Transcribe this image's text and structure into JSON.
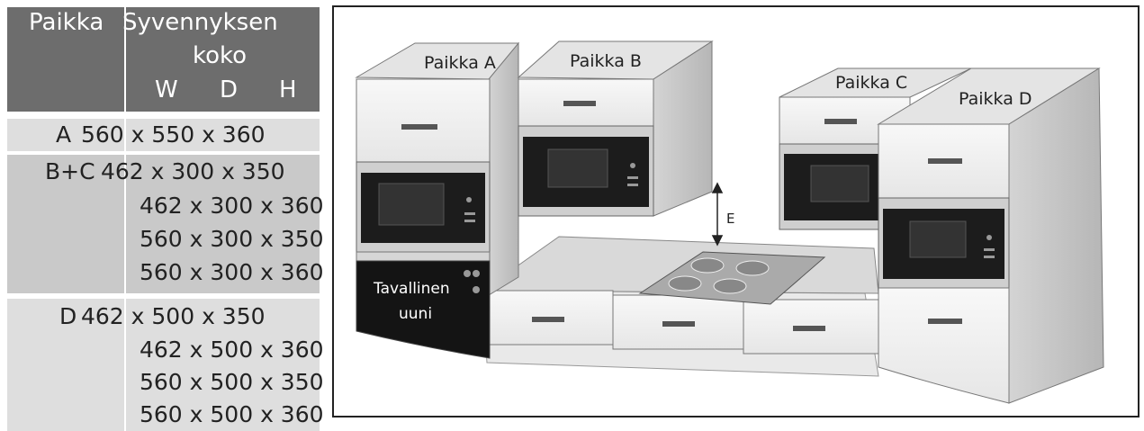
{
  "table": {
    "header": {
      "col1": "Paikka",
      "col2_line1": "Syvennyksen",
      "col2_line2": "koko",
      "w": "W",
      "d": "D",
      "h": "H"
    },
    "rows": [
      {
        "place": "A",
        "sizes": [
          "560 x 550 x 360"
        ]
      },
      {
        "place": "B+C",
        "sizes": [
          "462 x 300 x 350",
          "462 x 300 x 360",
          "560 x 300 x 350",
          "560 x 300 x 360"
        ]
      },
      {
        "place": "D",
        "sizes": [
          "462 x 500 x 350",
          "462 x 500 x 360",
          "560 x 500 x 350",
          "560 x 500 x 360"
        ]
      }
    ]
  },
  "diagram": {
    "labels": {
      "a": "Paikka A",
      "b": "Paikka B",
      "c": "Paikka C",
      "d": "Paikka D",
      "e": "E",
      "oven_line1": "Tavallinen",
      "oven_line2": "uuni"
    }
  }
}
